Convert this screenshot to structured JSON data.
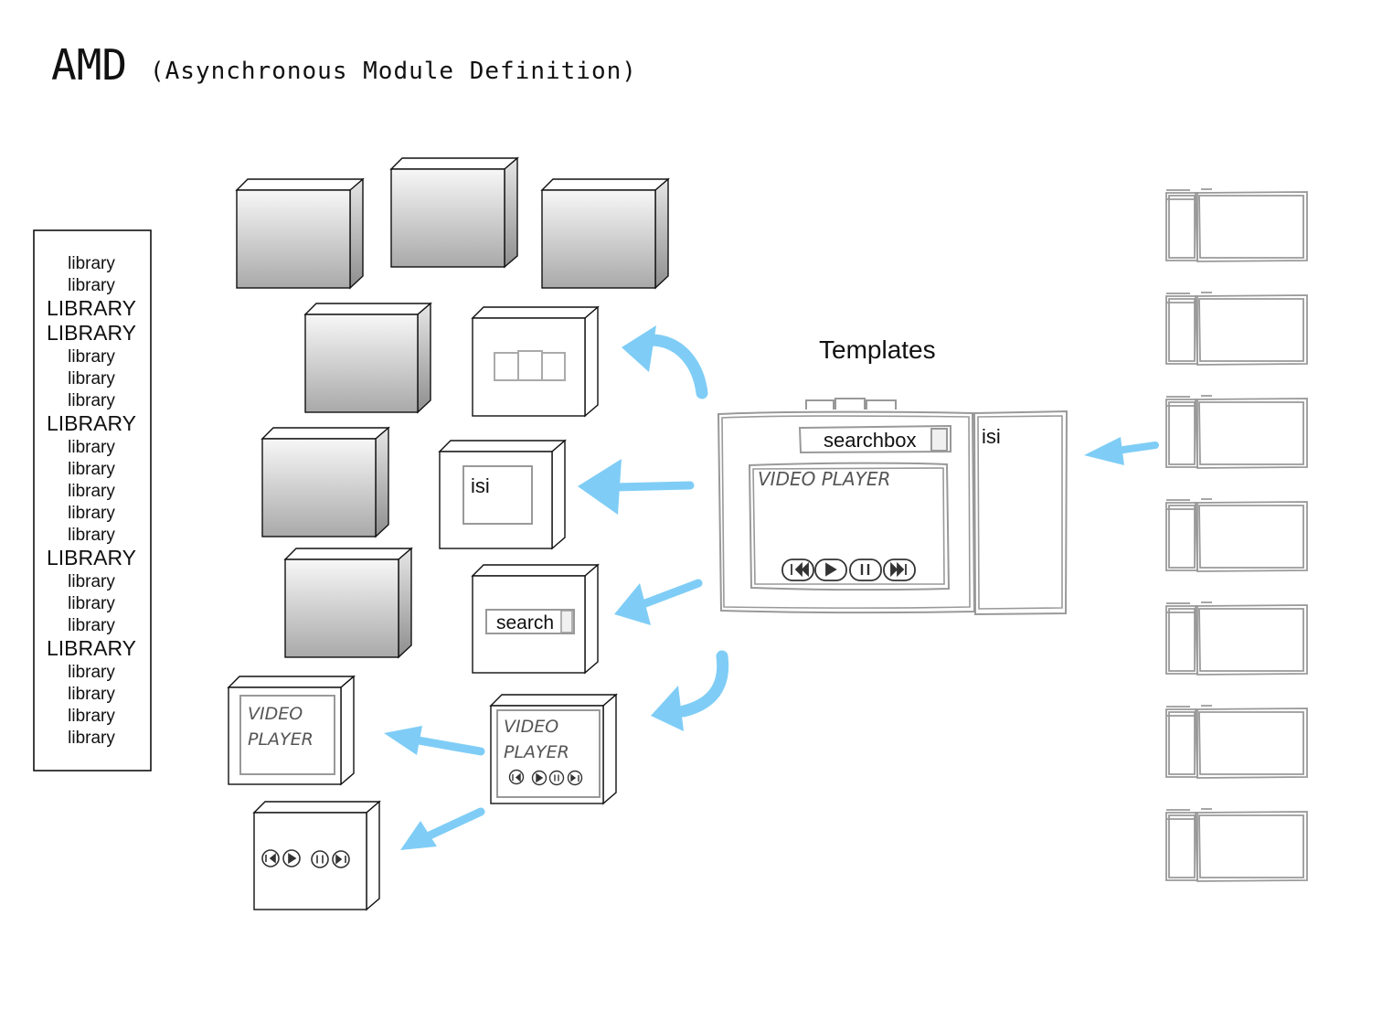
{
  "title": {
    "main": "AMD",
    "subtitle": "(Asynchronous Module Definition)"
  },
  "library_list": [
    "library",
    "library",
    "LIBRARY",
    "LIBRARY",
    "library",
    "library",
    "library",
    "LIBRARY",
    "library",
    "library",
    "library",
    "library",
    "library",
    "LIBRARY",
    "library",
    "library",
    "library",
    "LIBRARY",
    "library",
    "library",
    "library",
    "library"
  ],
  "templates_label": "Templates",
  "template_page": {
    "searchbox_label": "searchbox",
    "video_player_label": "VIDEO PLAYER",
    "isi_label": "isi"
  },
  "modules": {
    "isi_label": "isi",
    "search_label": "search",
    "video_player_line1": "VIDEO",
    "video_player_line2": "PLAYER"
  },
  "colors": {
    "arrow": "#7fcdf6",
    "sketch": "#999999",
    "cube_top": "#f7f7f7",
    "cube_bottom": "#a9a9a9"
  }
}
